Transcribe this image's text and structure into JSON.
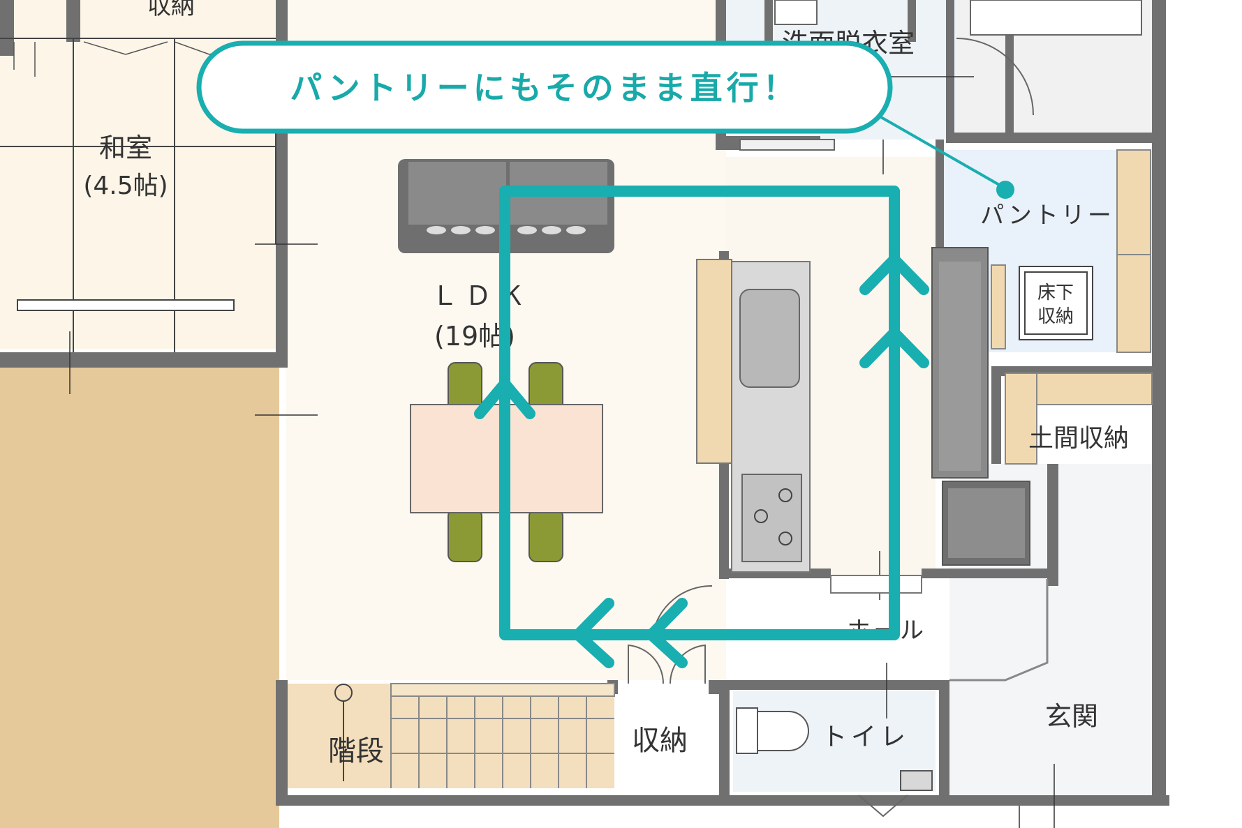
{
  "callout": {
    "text": "パントリーにもそのまま直行！"
  },
  "rooms": {
    "washroom": "洗面脱衣室",
    "storage_top": "収納",
    "washitsu": "和室",
    "washitsu_size": "(4.5帖)",
    "ldk": "ＬＤＫ",
    "ldk_size": "(19帖)",
    "pantry": "パントリー",
    "underfloor_line1": "床下",
    "underfloor_line2": "収納",
    "doma_storage": "土間収納",
    "hall": "ホール",
    "genkan": "玄関",
    "stairs": "階段",
    "storage_bottom": "収納",
    "toilet": "トイレ"
  },
  "colors": {
    "accent": "#19aeb0",
    "wall": "#707070",
    "floor_wood": "#e6c99a",
    "ldk_floor": "#fdf8f0",
    "cool_floor": "#eef3f8",
    "table": "#fbe3d3",
    "chair": "#8c9a35",
    "sofa": "#6f6f6f",
    "counter": "#f0d9b0"
  }
}
